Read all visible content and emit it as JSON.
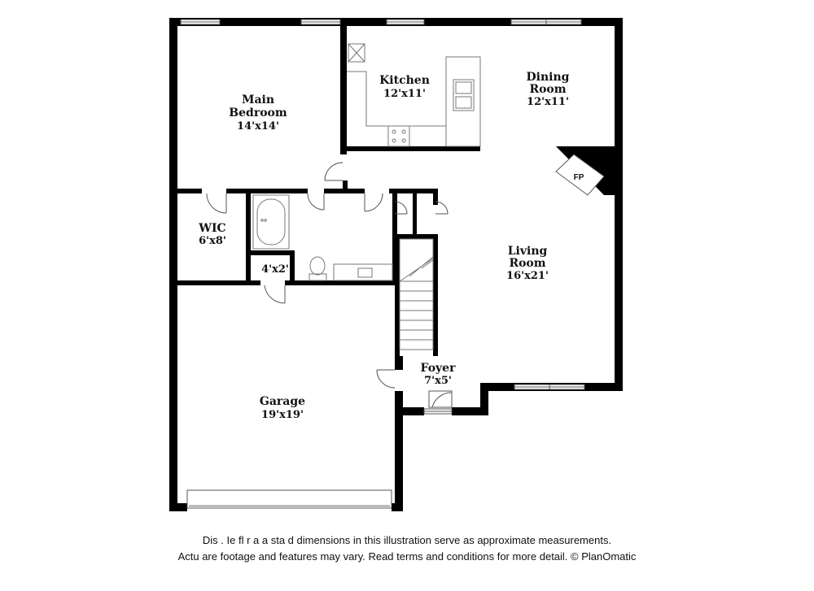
{
  "rooms": {
    "main_bedroom": {
      "name_line1": "Main",
      "name_line2": "Bedroom",
      "dim": "14'x14'"
    },
    "kitchen": {
      "name": "Kitchen",
      "dim": "12'x11'"
    },
    "dining_room": {
      "name_line1": "Dining",
      "name_line2": "Room",
      "dim": "12'x11'"
    },
    "living_room": {
      "name_line1": "Living",
      "name_line2": "Room",
      "dim": "16'x21'"
    },
    "wic": {
      "name": "WIC",
      "dim": "6'x8'"
    },
    "half_bath": {
      "dim": "4'x2'"
    },
    "garage": {
      "name": "Garage",
      "dim": "19'x19'"
    },
    "foyer": {
      "name": "Foyer",
      "dim": "7'x5'"
    },
    "fireplace": {
      "label": "FP"
    }
  },
  "disclaimer": {
    "line1": "Dis     . Ie fl  r  a   a   sta  d dimensions in this illustration serve as approximate measurements.",
    "line2": "Actu    are footage and features may vary. Read terms and conditions for more detail. © PlanOmatic"
  },
  "colors": {
    "wall": "#000000",
    "fixture": "#777777",
    "background": "#ffffff"
  }
}
